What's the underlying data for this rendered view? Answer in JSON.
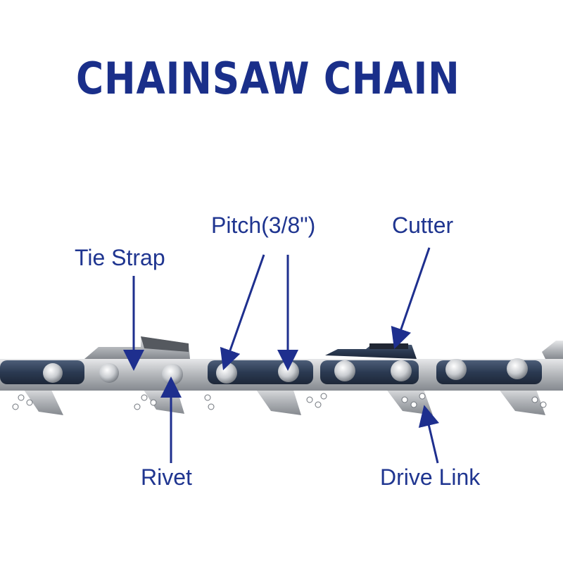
{
  "title": "CHAINSAW CHAIN",
  "labels": {
    "tie_strap": "Tie Strap",
    "pitch": "Pitch(3/8\")",
    "cutter": "Cutter",
    "rivet": "Rivet",
    "drive_link": "Drive Link"
  },
  "colors": {
    "title": "#1a2f8a",
    "label": "#1f3590",
    "arrow": "#1e2f8e",
    "chain_plate": "#2e3d55",
    "chain_steel": "#b9bcc0",
    "rivet": "#d6d8db"
  }
}
